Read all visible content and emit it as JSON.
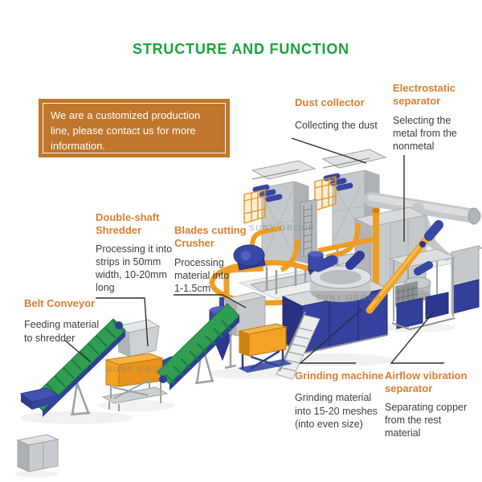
{
  "page": {
    "title": "STRUCTURE AND FUNCTION"
  },
  "info_box": {
    "text": "We are a customized production line, please contact us for more information."
  },
  "watermark": {
    "text": "SUNY GROUP"
  },
  "colors": {
    "title_green": "#18a438",
    "label_orange": "#d87e2f",
    "info_box_bg": "#c0762b",
    "body_text": "#3d3d3d",
    "machine_orange": "#f0a022",
    "machine_blue": "#3647a5",
    "belt_green": "#2f9e52",
    "frame_navy": "#2e3f96",
    "machine_gray": "#c6c9cb"
  },
  "labels": {
    "dust_collector": {
      "title": "Dust collector",
      "description": "Collecting the dust"
    },
    "electrostatic_separator": {
      "title": "Electrostatic separator",
      "description": "Selecting the metal from the nonmetal"
    },
    "double_shaft_shredder": {
      "title": "Double-shaft Shredder",
      "description": "Processing it into strips in 50mm width, 10-20mm long"
    },
    "blades_cutting_crusher": {
      "title": "Blades cutting Crusher",
      "description": "Processing material into 1-1.5cm"
    },
    "belt_conveyor": {
      "title": "Belt Conveyor",
      "description": "Feeding material to shredder"
    },
    "grinding_machine": {
      "title": "Grinding machine",
      "description": "Grinding material into 15-20 meshes (into even size)"
    },
    "airflow_vibration_separator": {
      "title": "Airflow vibration separator",
      "description": "Separating copper from the rest material"
    }
  }
}
